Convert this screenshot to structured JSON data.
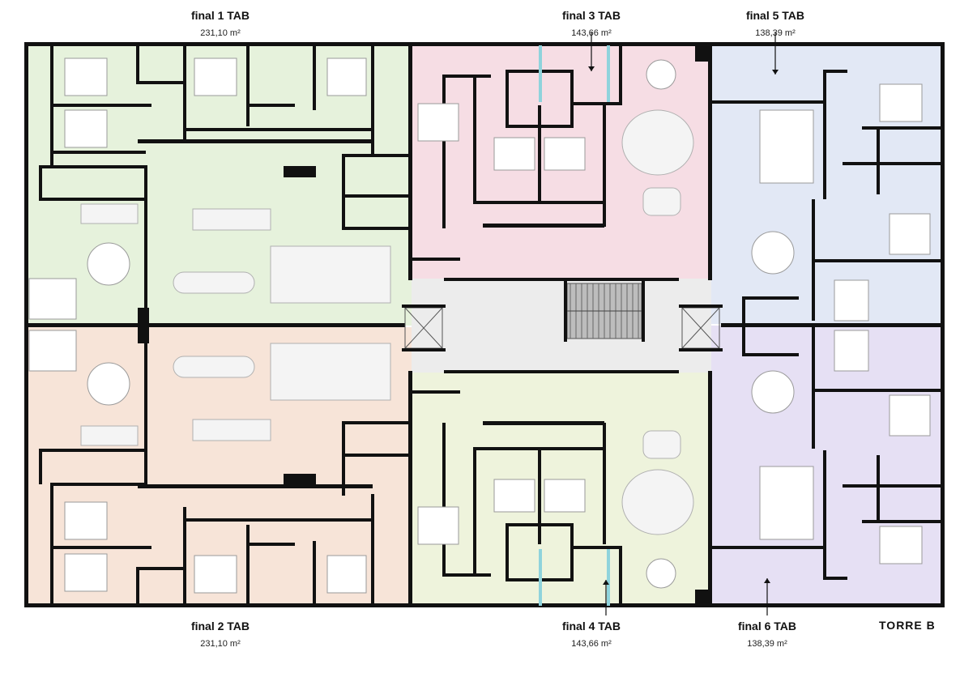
{
  "title": "TORRE B",
  "colors": {
    "unit1": "#e6f2dc",
    "unit2": "#f7e4d8",
    "unit3": "#f6dde4",
    "unit4": "#eef3dc",
    "unit5": "#e2e8f5",
    "unit6": "#e6e0f4",
    "core": "#ececec",
    "wall": "#111111",
    "glass": "#8fd3dc"
  },
  "units": [
    {
      "id": "unit1",
      "name": "final 1 TAB",
      "area": "231,10 m²"
    },
    {
      "id": "unit2",
      "name": "final 2 TAB",
      "area": "231,10 m²"
    },
    {
      "id": "unit3",
      "name": "final 3 TAB",
      "area": "143,66 m²"
    },
    {
      "id": "unit4",
      "name": "final 4 TAB",
      "area": "143,66 m²"
    },
    {
      "id": "unit5",
      "name": "final 5 TAB",
      "area": "138,39 m²"
    },
    {
      "id": "unit6",
      "name": "final 6 TAB",
      "area": "138,39 m²"
    }
  ]
}
